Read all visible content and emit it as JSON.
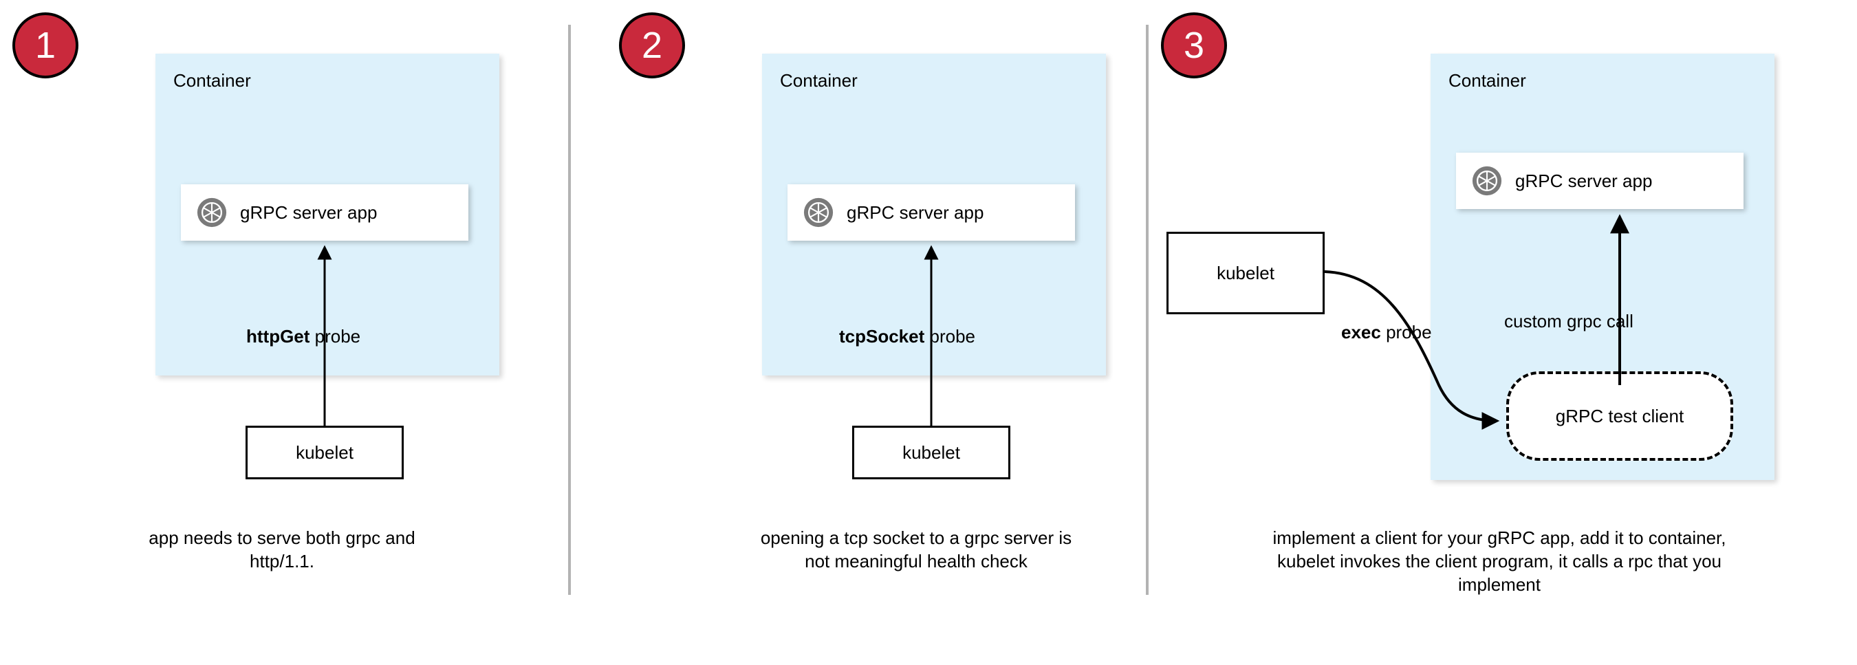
{
  "diagram": {
    "title": "gRPC health probe approaches in Kubernetes",
    "colors": {
      "badge_red": "#c9293c",
      "container_blue": "#ddf1fb",
      "divider_gray": "#b3b3b3",
      "icon_gray": "#7a7a7a",
      "stroke_black": "#000000",
      "card_white": "#ffffff"
    }
  },
  "panels": [
    {
      "step": "1",
      "container_label": "Container",
      "app_label": "gRPC server app",
      "app_icon": "grpc-aperture-icon",
      "edge_label_bold": "httpGet",
      "edge_label_rest": " probe",
      "kubelet_label": "kubelet",
      "caption": "app needs to serve both grpc and http/1.1."
    },
    {
      "step": "2",
      "container_label": "Container",
      "app_label": "gRPC server app",
      "app_icon": "grpc-aperture-icon",
      "edge_label_bold": "tcpSocket",
      "edge_label_rest": " probe",
      "kubelet_label": "kubelet",
      "caption": "opening a tcp socket to a grpc server is not meaningful health check"
    },
    {
      "step": "3",
      "container_label": "Container",
      "app_label": "gRPC server app",
      "app_icon": "grpc-aperture-icon",
      "edge_label_bold": "exec",
      "edge_label_rest": " probe",
      "kubelet_label": "kubelet",
      "test_client_label": "gRPC test client",
      "inner_edge_label": "custom grpc call",
      "caption": "implement a client for your gRPC app, add it to container, kubelet invokes the client program, it calls a rpc that you implement"
    }
  ]
}
